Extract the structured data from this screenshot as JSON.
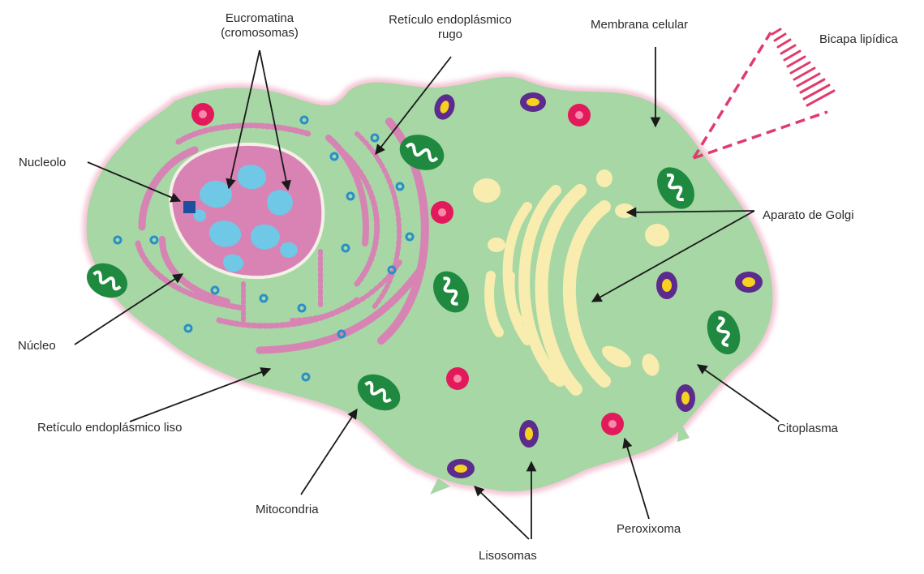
{
  "labels": {
    "eucromatina_1": "Eucromatina",
    "eucromatina_2": "(cromosomas)",
    "rer_1": "Retículo endoplásmico",
    "rer_2": "rugo",
    "membrana": "Membrana celular",
    "bicapa": "Bicapa lipídica",
    "nucleolo": "Nucleolo",
    "golgi": "Aparato de Golgi",
    "nucleo": "Núcleo",
    "ser": "Retículo endoplásmico liso",
    "citoplasma": "Citoplasma",
    "mitocondria": "Mitocondria",
    "peroxixoma": "Peroxixoma",
    "lisosomas": "Lisosomas"
  },
  "colors": {
    "cytoplasm": "#a6d7a5",
    "membrane_glow": "#f7d7e2",
    "nucleus": "#d983b5",
    "reticulum": "#d783b4",
    "chromatin": "#6ec8e6",
    "nucleolus": "#1d4f9f",
    "golgi": "#f8ecae",
    "mitochondria": "#1f8a3f",
    "lysosome_outer": "#5d2a8d",
    "lysosome_inner": "#f6d21f",
    "peroxisome": "#e2195b",
    "ribosome": "#2a8fc8",
    "bilayer": "#e03b6c",
    "arrow": "#1a1a1a",
    "text": "#2b2b2b"
  }
}
